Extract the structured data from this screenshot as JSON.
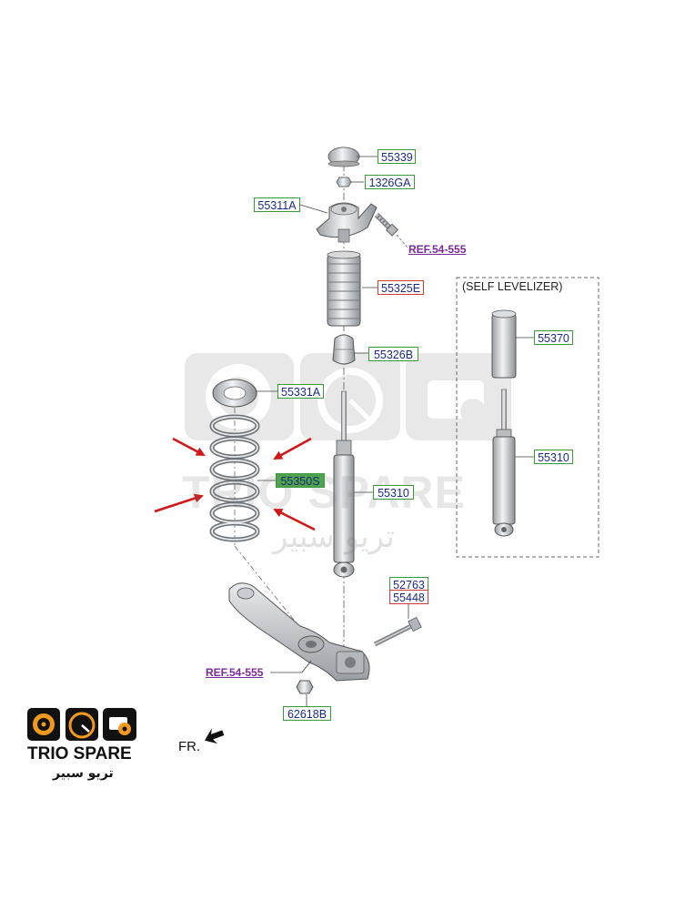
{
  "labels": {
    "p55339": "55339",
    "p1326ga": "1326GA",
    "p55311a": "55311A",
    "p55325e": "55325E",
    "p55326b": "55326B",
    "p55331a": "55331A",
    "p55350s": "55350S",
    "p55310_main": "55310",
    "p55370": "55370",
    "p55310_alt": "55310",
    "p52763": "52763",
    "p55448": "55448",
    "p62618b": "62618B"
  },
  "refs": {
    "upper": "REF.54-555",
    "lower": "REF.54-555"
  },
  "self_levelizer": "(SELF LEVELIZER)",
  "front_marker": "FR.",
  "watermark": {
    "en": "TRIO SPARE",
    "ar": "تريو سبير"
  },
  "brand": {
    "en": "TRIO SPARE",
    "ar": "تريو سبير"
  },
  "colors": {
    "label_text": "#1a2a8c",
    "label_border_green": "#3a9a3a",
    "label_border_red": "#d03a3a",
    "ref_text": "#7a2a9a",
    "arrow_red": "#d01818",
    "brand_orange": "#f39a1e"
  }
}
